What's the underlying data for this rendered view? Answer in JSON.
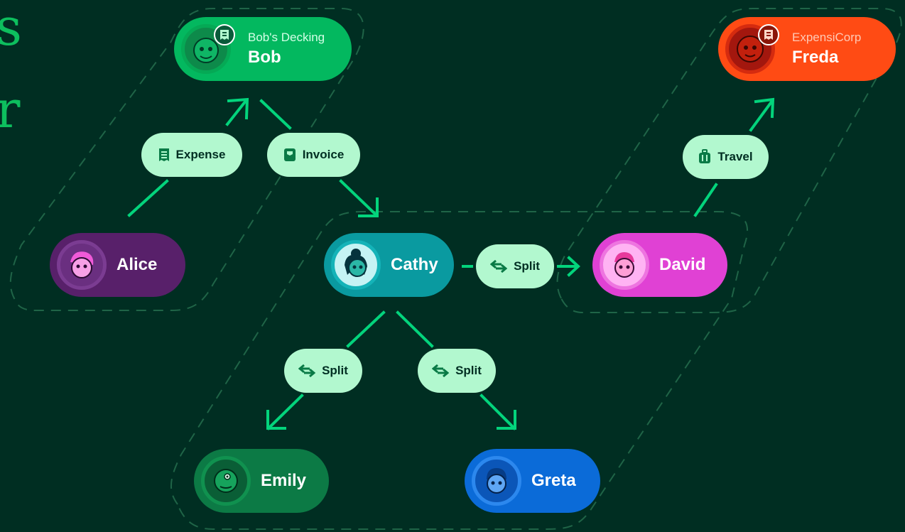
{
  "colors": {
    "background": "#002e22",
    "accent_green": "#03d47c",
    "tag_fill": "#b2f8cf",
    "bob": "#03b85f",
    "freda": "#ff4b14",
    "alice": "#58206a",
    "cathy": "#0a9aa0",
    "david": "#e041d4",
    "emily": "#0c7a45",
    "greta": "#0b6bd8"
  },
  "title_glyphs": [
    "s",
    "r"
  ],
  "people": [
    {
      "id": "bob",
      "name": "Bob",
      "company": "Bob's Decking",
      "icon": "receipt-icon"
    },
    {
      "id": "freda",
      "name": "Freda",
      "company": "ExpensiCorp",
      "icon": "receipt-icon"
    },
    {
      "id": "alice",
      "name": "Alice"
    },
    {
      "id": "cathy",
      "name": "Cathy"
    },
    {
      "id": "david",
      "name": "David"
    },
    {
      "id": "emily",
      "name": "Emily"
    },
    {
      "id": "greta",
      "name": "Greta"
    }
  ],
  "edges": [
    {
      "from": "alice",
      "to": "bob",
      "label": "Expense",
      "icon": "receipt-icon"
    },
    {
      "from": "bob",
      "to": "cathy",
      "label": "Invoice",
      "icon": "invoice-icon"
    },
    {
      "from": "cathy",
      "to": "david",
      "label": "Split",
      "icon": "split-arrows-icon"
    },
    {
      "from": "david",
      "to": "freda",
      "label": "Travel",
      "icon": "suitcase-icon"
    },
    {
      "from": "cathy",
      "to": "emily",
      "label": "Split",
      "icon": "split-arrows-icon"
    },
    {
      "from": "cathy",
      "to": "greta",
      "label": "Split",
      "icon": "split-arrows-icon"
    }
  ]
}
